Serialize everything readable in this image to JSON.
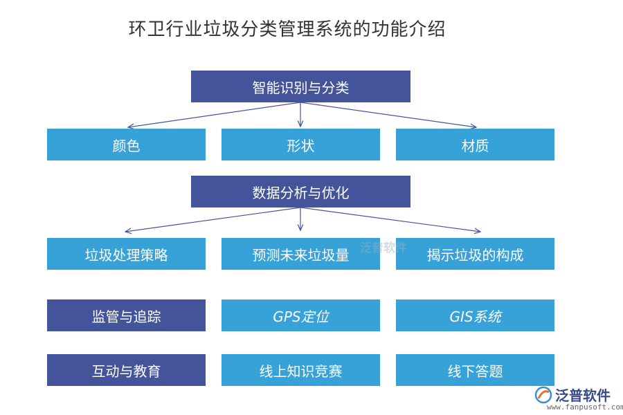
{
  "title": "环卫行业垃圾分类管理系统的功能介绍",
  "nodes": {
    "recognition": "智能识别与分类",
    "color": "颜色",
    "shape": "形状",
    "material": "材质",
    "analysis": "数据分析与优化",
    "strategy": "垃圾处理策略",
    "predict": "预测未来垃圾量",
    "composition": "揭示垃圾的构成",
    "monitor": "监管与追踪",
    "gps": "GPS定位",
    "gis": "GIS系统",
    "interact": "互动与教育",
    "online": "线上知识竞赛",
    "offline": "线下答题"
  },
  "watermark": "泛普软件",
  "logo": {
    "name": "泛普软件",
    "url": "www.fanpusoft.com",
    "icon": "fanpu-logo-icon"
  },
  "colors": {
    "dark_box": "#44549a",
    "light_box": "#36a2d8",
    "arrow": "#44549a"
  }
}
